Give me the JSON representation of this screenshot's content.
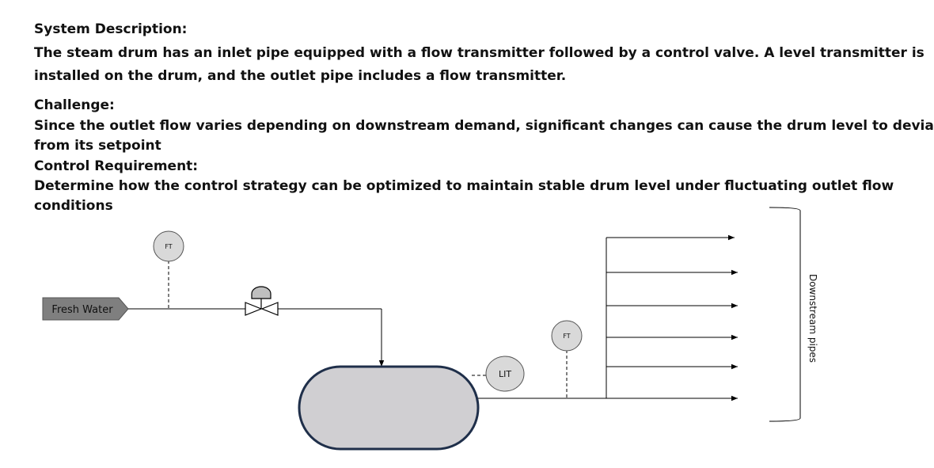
{
  "text": {
    "system_heading": "System Description:",
    "system_line1": "The steam drum has an inlet pipe equipped with a flow transmitter followed by a control valve. A level transmitter is",
    "system_line2": "installed on the drum, and the outlet pipe includes a flow transmitter.",
    "challenge_heading": "Challenge:",
    "challenge_line1": "Since the outlet flow varies depending on downstream demand, significant changes can cause the drum level to deviate",
    "challenge_line2": "from its setpoint",
    "control_heading": "Control Requirement:",
    "control_line1": "Determine how the control strategy can be optimized to maintain stable drum level under fluctuating outlet flow",
    "control_line2": "conditions"
  },
  "diagram": {
    "fresh_water_label": "Fresh Water",
    "inlet_ft_label": "FT",
    "outlet_ft_label": "FT",
    "lit_label": "LIT",
    "downstream_label": "Downstream pipes"
  },
  "colors": {
    "text": "#111111",
    "pipe": "#000000",
    "drum_fill": "#d0cfd2",
    "drum_stroke": "#1f2f4a",
    "instrument_fill": "#d9d9d9",
    "instrument_stroke": "#555555",
    "source_fill": "#7f7f7f",
    "valve_actuator": "#bfbfbf"
  }
}
